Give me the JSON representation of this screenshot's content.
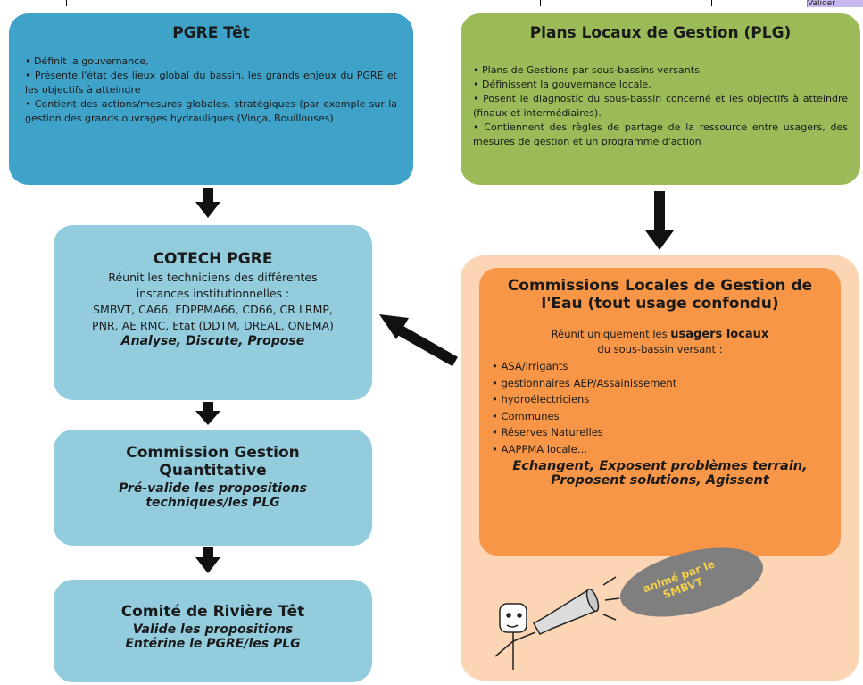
{
  "top_strip": {
    "right_label": "Valider"
  },
  "pgre": {
    "title": "PGRE Têt",
    "bullets": [
      "Définit la gouvernance,",
      "Présente l'état des lieux global du bassin, les grands enjeux du PGRE et les objectifs à atteindre",
      "Contient des actions/mesures globales, stratégiques (par exemple sur la gestion des grands ouvrages hydrauliques (Vinça, Bouillouses)"
    ]
  },
  "plg": {
    "title": "Plans Locaux de Gestion (PLG)",
    "bullets": [
      "Plans de Gestions par sous-bassins versants.",
      "Définissent la gouvernance locale,",
      "Posent le diagnostic du sous-bassin concerné et les objectifs à atteindre (finaux et intermédiaires).",
      "Contiennent des règles de partage de la ressource entre usagers, des mesures de gestion et un programme d'action"
    ]
  },
  "cotech": {
    "title": "COTECH PGRE",
    "line1": "Réunit les techniciens des différentes",
    "line2": "instances institutionnelles :",
    "line3": "SMBVT, CA66, FDPPMA66, CD66, CR LRMP,",
    "line4": "PNR, AE RMC, Etat (DDTM, DREAL, ONEMA)",
    "action": "Analyse, Discute, Propose"
  },
  "cgq": {
    "title_line1": "Commission Gestion",
    "title_line2": "Quantitative",
    "action_line1": "Pré-valide les propositions",
    "action_line2": "techniques/les PLG"
  },
  "crt": {
    "title": "Comité de Rivière Têt",
    "line1": "Valide les propositions",
    "line2": "Entérine le PGRE/les PLG"
  },
  "clge": {
    "title_line1": "Commissions Locales de Gestion de",
    "title_line2": "l'Eau (tout usage confondu)",
    "intro_pre": "Réunit uniquement les ",
    "intro_bold": "usagers locaux",
    "intro_post": "du sous-bassin versant :",
    "items": [
      "ASA/irrigants",
      "gestionnaires AEP/Assainissement",
      "hydroélectriciens",
      "Communes",
      "Réserves Naturelles",
      "AAPPMA locale…"
    ],
    "action_line1": "Echangent, Exposent problèmes terrain,",
    "action_line2": "Proposent solutions, Agissent"
  },
  "bubble": {
    "line1": "animé par le",
    "line2": "SMBVT"
  },
  "colors": {
    "pgre": "#3fa2c8",
    "plg": "#9bbb59",
    "light_blue": "#93cddd",
    "orange": "#f79646",
    "peach": "#fcd5b4"
  }
}
